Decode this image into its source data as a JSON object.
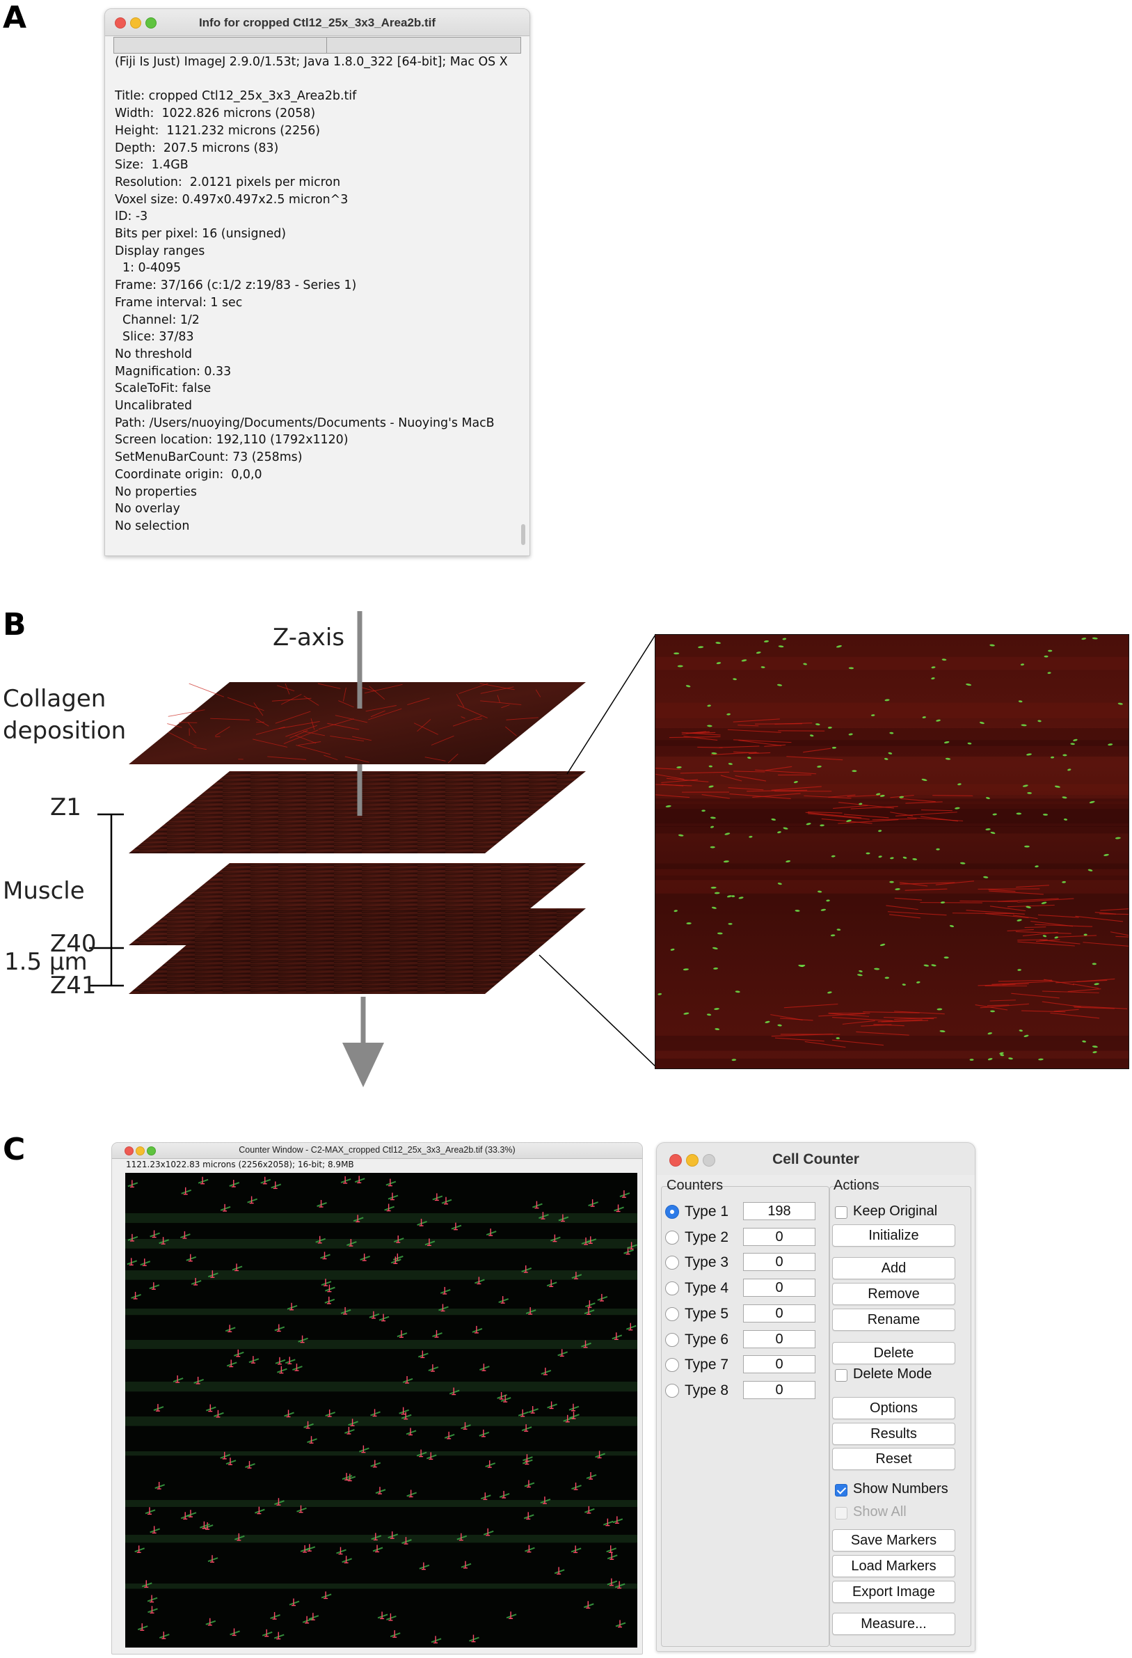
{
  "panels": {
    "a": "A",
    "b": "B",
    "c": "C"
  },
  "info_window": {
    "title": "Info for cropped Ctl12_25x_3x3_Area2b.tif",
    "lines": [
      "(Fiji Is Just) ImageJ 2.9.0/1.53t; Java 1.8.0_322 [64-bit]; Mac OS X",
      "",
      "Title: cropped Ctl12_25x_3x3_Area2b.tif",
      "Width:  1022.826 microns (2058)",
      "Height:  1121.232 microns (2256)",
      "Depth:  207.5 microns (83)",
      "Size:  1.4GB",
      "Resolution:  2.0121 pixels per micron",
      "Voxel size: 0.497x0.497x2.5 micron^3",
      "ID: -3",
      "Bits per pixel: 16 (unsigned)",
      "Display ranges",
      "  1: 0-4095",
      "Frame: 37/166 (c:1/2 z:19/83 - Series 1)",
      "Frame interval: 1 sec",
      "  Channel: 1/2",
      "  Slice: 37/83",
      "No threshold",
      "Magnification: 0.33",
      "ScaleToFit: false",
      "Uncalibrated",
      "Path: /Users/nuoying/Documents/Documents - Nuoying's MacB",
      "Screen location: 192,110 (1792x1120)",
      "SetMenuBarCount: 73 (258ms)",
      "Coordinate origin:  0,0,0",
      "No properties",
      "No overlay",
      "No selection"
    ]
  },
  "stack_diagram": {
    "z_axis_label": "Z-axis",
    "collagen_label_1": "Collagen",
    "collagen_label_2": "deposition",
    "muscle_label": "Muscle",
    "z1_label": "Z1",
    "z40_label": "Z40",
    "z41_label": "Z41",
    "spacing_label": "1.5 µm"
  },
  "counter_window": {
    "title": "Counter Window - C2-MAX_cropped Ctl12_25x_3x3_Area2b.tif (33.3%)",
    "subtitle": "1121.23x1022.83 microns (2256x2058); 16-bit; 8.9MB"
  },
  "cell_counter": {
    "title": "Cell Counter",
    "counters_title": "Counters",
    "actions_title": "Actions",
    "types": [
      {
        "label": "Type 1",
        "count": "198",
        "selected": true
      },
      {
        "label": "Type 2",
        "count": "0",
        "selected": false
      },
      {
        "label": "Type 3",
        "count": "0",
        "selected": false
      },
      {
        "label": "Type 4",
        "count": "0",
        "selected": false
      },
      {
        "label": "Type 5",
        "count": "0",
        "selected": false
      },
      {
        "label": "Type 6",
        "count": "0",
        "selected": false
      },
      {
        "label": "Type 7",
        "count": "0",
        "selected": false
      },
      {
        "label": "Type 8",
        "count": "0",
        "selected": false
      }
    ],
    "keep_original": "Keep Original",
    "initialize": "Initialize",
    "add": "Add",
    "remove": "Remove",
    "rename": "Rename",
    "delete": "Delete",
    "delete_mode": "Delete Mode",
    "options": "Options",
    "results": "Results",
    "reset": "Reset",
    "show_numbers": "Show Numbers",
    "show_all": "Show All",
    "save_markers": "Save Markers",
    "load_markers": "Load Markers",
    "export_image": "Export Image",
    "measure": "Measure..."
  },
  "colors": {
    "slab_tissue": "#3a120c",
    "fiber_red": "#c81d14",
    "nuclei_green": "#6de84a",
    "marker_red": "#ff4c6a",
    "accent_blue": "#2d7be8"
  }
}
